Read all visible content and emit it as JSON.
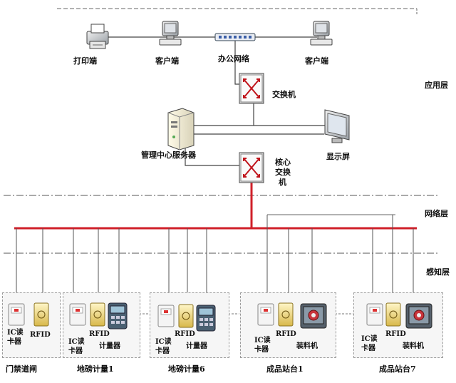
{
  "layers": {
    "application": "应用层",
    "network": "网络层",
    "perception": "感知层"
  },
  "top_devices": {
    "printer": "打印端",
    "client1": "客户端",
    "office_network": "办公网络",
    "client2": "客户端",
    "switch": "交换机",
    "server": "管理中心服务器",
    "display": "显示屏",
    "core_switch_lines": [
      "核心",
      "交换",
      "机"
    ]
  },
  "stations": [
    {
      "name": "门禁道闸",
      "ic_reader_lines": [
        "IC读",
        "卡器"
      ],
      "rfid": "RFID"
    },
    {
      "name": "地磅计量1",
      "ic_reader_lines": [
        "IC读",
        "卡器"
      ],
      "rfid": "RFID",
      "meter": "计量器"
    },
    {
      "name": "地磅计量6",
      "ic_reader_lines": [
        "IC读",
        "卡器"
      ],
      "rfid": "RFID",
      "meter": "计量器"
    },
    {
      "name": "成品站台1",
      "ic_reader_lines": [
        "IC读",
        "卡器"
      ],
      "rfid": "RFID",
      "loader": "装料机"
    },
    {
      "name": "成品站台7",
      "ic_reader_lines": [
        "IC读",
        "卡器"
      ],
      "rfid": "RFID",
      "loader": "装料机"
    }
  ],
  "colors": {
    "bus": "#d0202a",
    "line": "#555555",
    "dashdot": "#555555"
  }
}
